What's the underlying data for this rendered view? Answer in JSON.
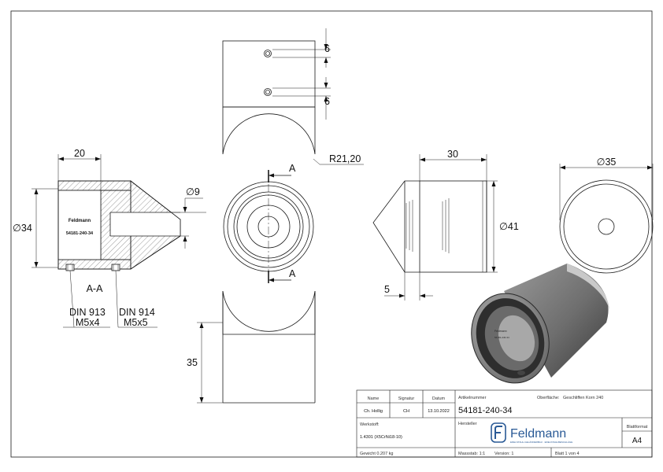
{
  "dimensions": {
    "hole_spacing_top": "6",
    "hole_spacing_bottom": "6",
    "radius": "R21,20",
    "section_width": "20",
    "section_diameter": "∅34",
    "hole_diameter": "∅9",
    "side_width": "30",
    "side_diameter": "∅41",
    "chamfer": "5",
    "end_diameter": "∅35",
    "bottom_height": "35"
  },
  "section": {
    "label": "A-A",
    "cut_label_top": "A",
    "cut_label_bottom": "A",
    "engraving_name": "Feldmann",
    "engraving_number": "54181-240-34",
    "screw_left_std": "DIN 913",
    "screw_left_size": "M5x4",
    "screw_right_std": "DIN 914",
    "screw_right_size": "M5x5"
  },
  "title_block": {
    "name_header": "Name",
    "signature_header": "Signatur",
    "date_header": "Datum",
    "name_value": "Ch. Hollig",
    "signature_value": "CH",
    "date_value": "13.10.2022",
    "article_label": "Artikelnummer",
    "surface_label": "Oberfläche:",
    "surface_value": "Geschliffen Korn 240",
    "article_number": "54181-240-34",
    "material_label": "Werkstoff:",
    "material_value": "1.4301 (X5CrNi18-10)",
    "manufacturer_label": "Hersteller",
    "logo_text": "Feldmann",
    "logo_tagline": "EDELSTAHL-GELÄNDERBAU · EDELSTAHLBESCHLÄGE",
    "format_label": "Blattformat",
    "format_value": "A4",
    "weight": "Gewicht 0.207 kg",
    "scale": "Massstab: 1:1",
    "version": "Version: 1",
    "sheet": "Blatt 1 von 4"
  },
  "colors": {
    "line": "#1a1a1a",
    "hatch": "#444444",
    "logo_blue": "#2a5a96",
    "render_dark": "#3c3c3c",
    "render_light": "#b8b8b8"
  }
}
